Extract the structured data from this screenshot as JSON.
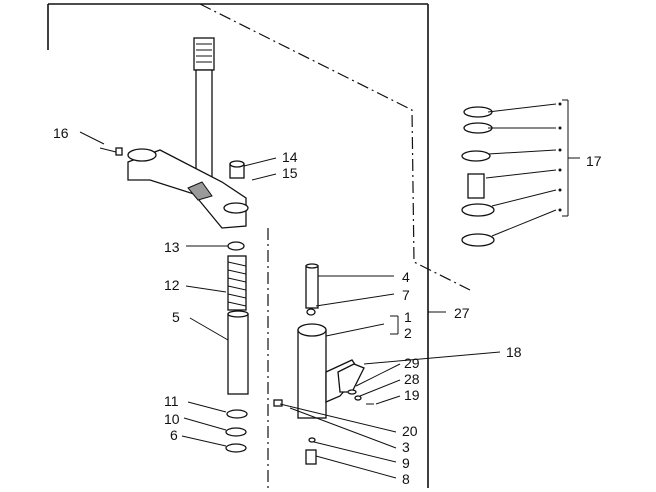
{
  "callouts": [
    {
      "id": "l16",
      "text": "16"
    },
    {
      "id": "l14",
      "text": "14"
    },
    {
      "id": "l15",
      "text": "15"
    },
    {
      "id": "l17",
      "text": "17"
    },
    {
      "id": "l13",
      "text": "13"
    },
    {
      "id": "l12",
      "text": "12"
    },
    {
      "id": "l5",
      "text": "5"
    },
    {
      "id": "l4",
      "text": "4"
    },
    {
      "id": "l7",
      "text": "7"
    },
    {
      "id": "l27",
      "text": "27"
    },
    {
      "id": "l1",
      "text": "1"
    },
    {
      "id": "l2",
      "text": "2"
    },
    {
      "id": "l18",
      "text": "18"
    },
    {
      "id": "l29",
      "text": "29"
    },
    {
      "id": "l28",
      "text": "28"
    },
    {
      "id": "l19",
      "text": "19"
    },
    {
      "id": "l11",
      "text": "11"
    },
    {
      "id": "l10",
      "text": "10"
    },
    {
      "id": "l6",
      "text": "6"
    },
    {
      "id": "l20",
      "text": "20"
    },
    {
      "id": "l3",
      "text": "3"
    },
    {
      "id": "l9",
      "text": "9"
    },
    {
      "id": "l8",
      "text": "8"
    }
  ]
}
